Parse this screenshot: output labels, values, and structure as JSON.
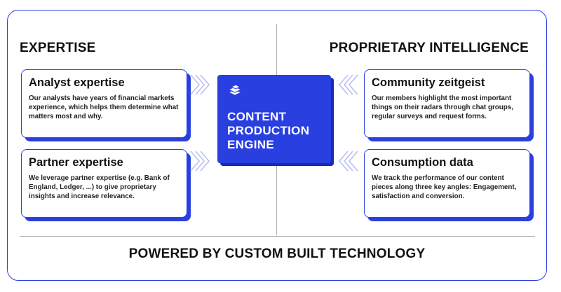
{
  "sections": {
    "left_title": "EXPERTISE",
    "right_title": "PROPRIETARY INTELLIGENCE"
  },
  "cards": {
    "analyst": {
      "title": "Analyst expertise",
      "text": "Our analysts have years of financial markets experience, which helps them determine what matters most and why."
    },
    "partner": {
      "title": "Partner expertise",
      "text": "We leverage partner expertise (e.g. Bank of England, Ledger, ...) to give proprietary insights and increase relevance."
    },
    "community": {
      "title": "Community zeitgeist",
      "text": "Our members highlight the most important things on their radars through chat groups, regular surveys and request forms."
    },
    "consumption": {
      "title": "Consumption data",
      "text": "We track the performance of our content pieces along three key angles: Engagement, satisfaction and conversion."
    }
  },
  "engine": {
    "line1": "CONTENT",
    "line2": "PRODUCTION",
    "line3": "ENGINE",
    "icon": "layers-icon"
  },
  "footer": {
    "title": "POWERED BY CUSTOM BUILT TECHNOLOGY"
  },
  "colors": {
    "accent": "#2a3fe0",
    "divider": "#b0b0b0",
    "chevron": "#b9c0f2"
  }
}
